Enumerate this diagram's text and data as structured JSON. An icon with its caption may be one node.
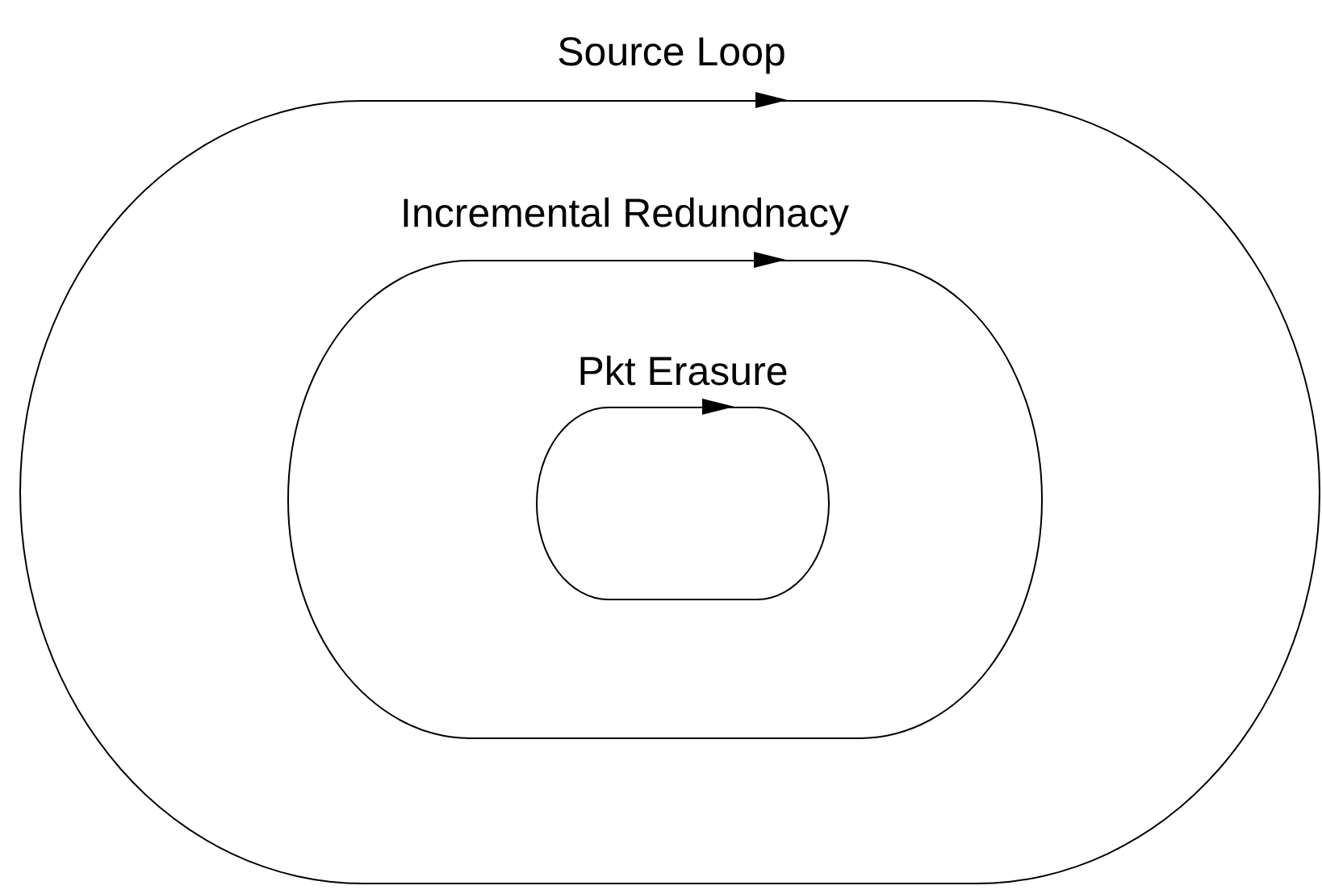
{
  "diagram": {
    "nodes": [
      {
        "text": [
          "Source Loop"
        ]
      },
      {
        "text": [
          "Incremental Redundnacy"
        ],
        "in": 0
      },
      {
        "text": [
          "Pkt Erasure"
        ],
        "in": 1
      }
    ],
    "edges": []
  }
}
